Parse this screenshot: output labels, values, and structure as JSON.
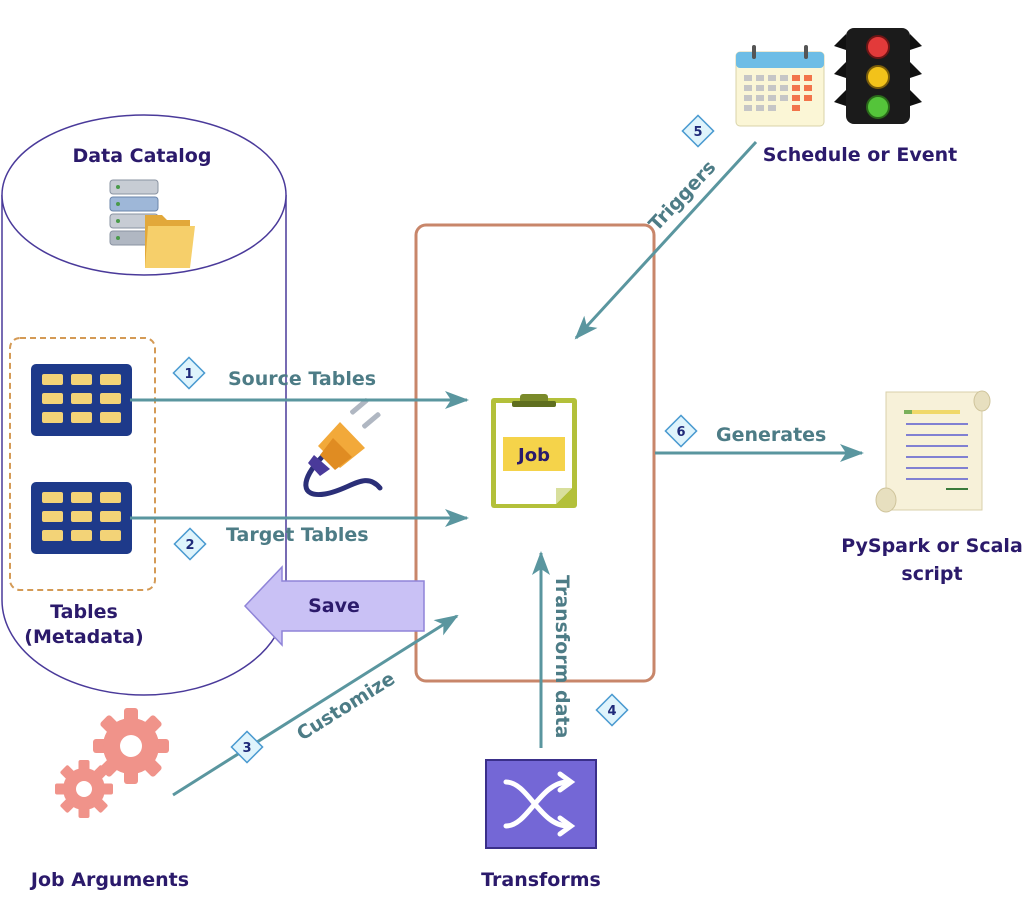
{
  "labels": {
    "data_catalog": "Data Catalog",
    "tables_line1": "Tables",
    "tables_line2": "(Metadata)",
    "source_tables": "Source Tables",
    "target_tables": "Target Tables",
    "save": "Save",
    "job": "Job",
    "generates": "Generates",
    "output_line1": "PySpark or Scala",
    "output_line2": "script",
    "triggers": "Triggers",
    "schedule_or_event": "Schedule or Event",
    "customize": "Customize",
    "transform_data": "Transform data",
    "job_arguments": "Job Arguments",
    "transforms": "Transforms"
  },
  "steps": {
    "s1": "1",
    "s2": "2",
    "s3": "3",
    "s4": "4",
    "s5": "5",
    "s6": "6"
  },
  "colors": {
    "arrow": "#5a969f",
    "job_box": "#c8866a",
    "catalog_outline": "#4a3a9a",
    "tables_dash": "#d49a55",
    "table_icon": "#1e3a8a",
    "table_cell": "#f3d377",
    "save_fill": "#c9c1f5",
    "gear": "#f0938a",
    "transform_fill": "#7467d6"
  }
}
